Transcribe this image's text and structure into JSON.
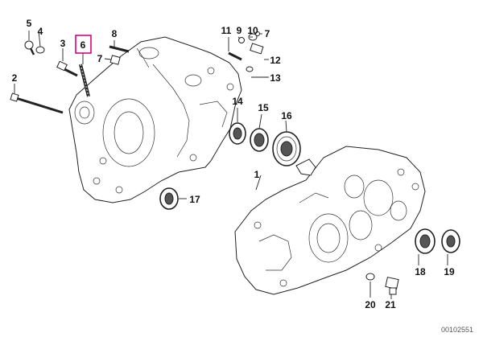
{
  "diagram": {
    "document_number": "00102551",
    "highlight_color": "#e0007a",
    "callouts": [
      {
        "id": "c1",
        "label": "1"
      },
      {
        "id": "c2",
        "label": "2"
      },
      {
        "id": "c3",
        "label": "3"
      },
      {
        "id": "c4",
        "label": "4"
      },
      {
        "id": "c5",
        "label": "5"
      },
      {
        "id": "c6",
        "label": "6",
        "highlighted": true
      },
      {
        "id": "c7a",
        "label": "7"
      },
      {
        "id": "c7b",
        "label": "7"
      },
      {
        "id": "c8",
        "label": "8"
      },
      {
        "id": "c9",
        "label": "9"
      },
      {
        "id": "c10",
        "label": "10"
      },
      {
        "id": "c11",
        "label": "11"
      },
      {
        "id": "c12",
        "label": "12"
      },
      {
        "id": "c13",
        "label": "13"
      },
      {
        "id": "c14",
        "label": "14"
      },
      {
        "id": "c15",
        "label": "15"
      },
      {
        "id": "c16",
        "label": "16"
      },
      {
        "id": "c17",
        "label": "17"
      },
      {
        "id": "c18",
        "label": "18"
      },
      {
        "id": "c19",
        "label": "19"
      },
      {
        "id": "c20",
        "label": "20"
      },
      {
        "id": "c21",
        "label": "21"
      }
    ]
  }
}
